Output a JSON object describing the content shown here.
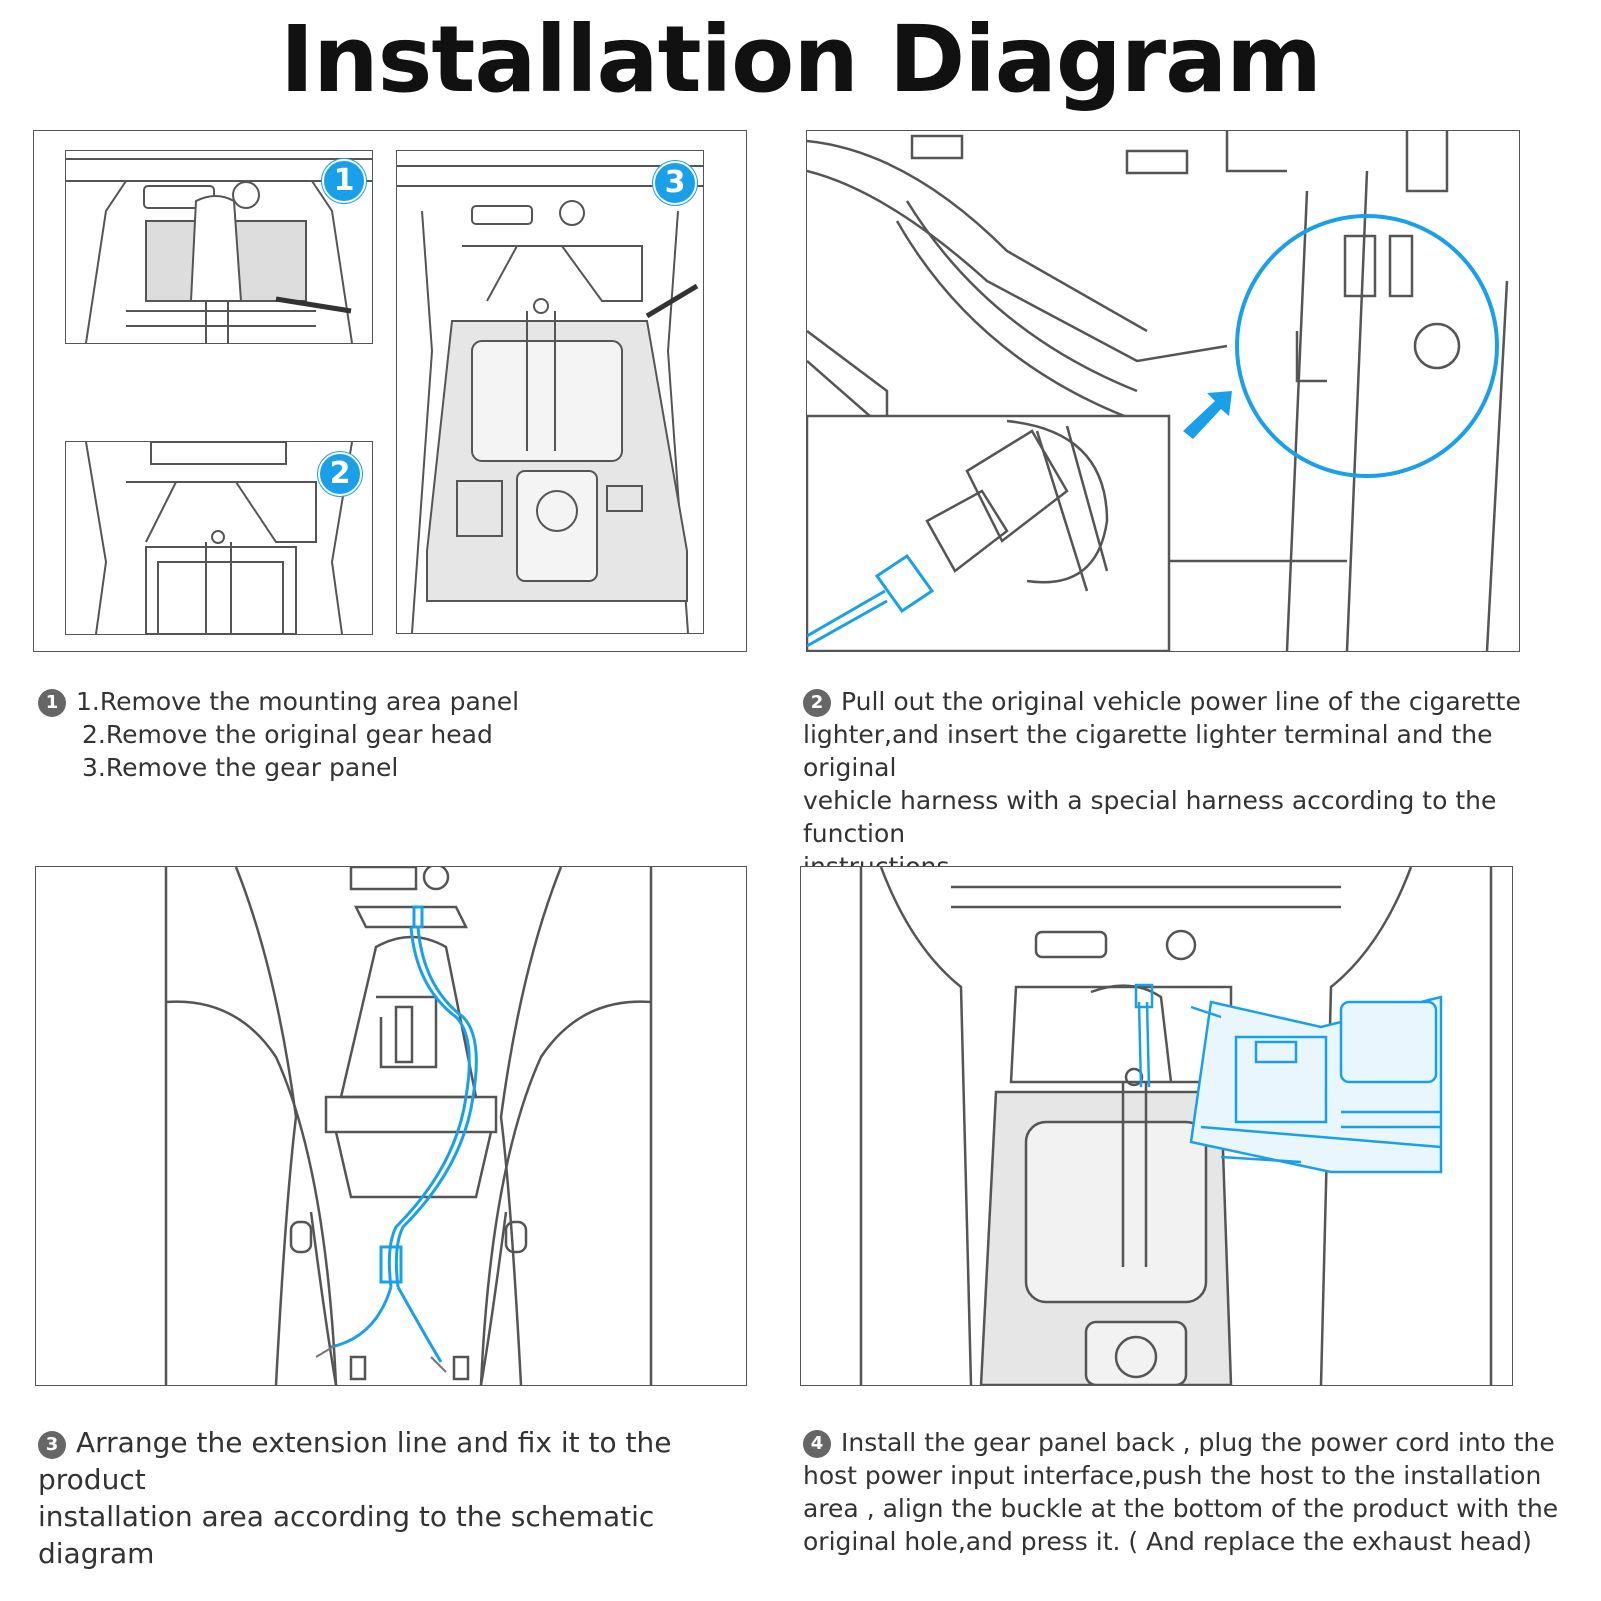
{
  "title": "Installation Diagram",
  "badges": {
    "b1": "1",
    "b2": "2",
    "b3": "3"
  },
  "step1": {
    "num": "1",
    "lines": [
      "1.Remove the mounting area panel",
      "2.Remove the original gear head",
      "3.Remove the gear panel"
    ]
  },
  "step2": {
    "num": "2",
    "lines": [
      "Pull out the original vehicle power line of the cigarette",
      "lighter,and insert the cigarette lighter terminal and the original",
      "vehicle harness with a special harness according to the function",
      "instructions"
    ]
  },
  "step3": {
    "num": "3",
    "lines": [
      "Arrange the extension line and fix it to the product",
      "installation area according to the schematic diagram"
    ]
  },
  "step4": {
    "num": "4",
    "lines": [
      "Install the gear panel back , plug the power cord into the",
      "host power input interface,push the host to the installation",
      "area , align the buckle at the bottom of the product with the",
      "original hole,and press it. ( And replace the exhaust head)"
    ]
  },
  "colors": {
    "accent": "#1aa0e8",
    "line": "#555555",
    "fill": "#e6e6e6"
  }
}
